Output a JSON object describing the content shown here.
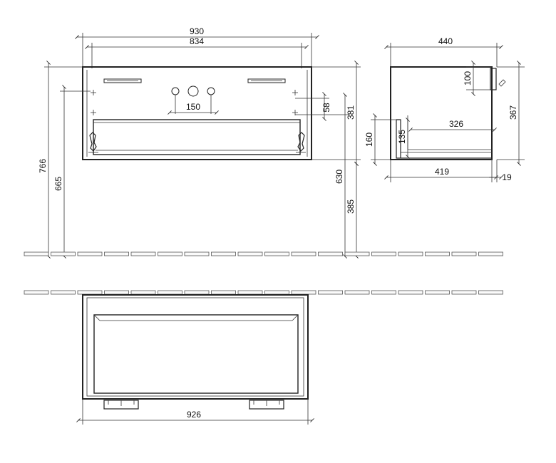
{
  "drawing": {
    "front_view": {
      "overall_width": "930",
      "inner_width": "834",
      "tap_spacing": "150",
      "offset_small": "58",
      "body_height": "381",
      "total_height": "766",
      "height_a": "665",
      "height_b": "630",
      "height_c": "385"
    },
    "side_view": {
      "depth": "440",
      "top_gap": "100",
      "inner_depth": "326",
      "side_height": "367",
      "drawer_height": "160",
      "inner_height": "135",
      "base_depth": "419",
      "lip": "19"
    },
    "plan_view": {
      "width": "926"
    }
  }
}
